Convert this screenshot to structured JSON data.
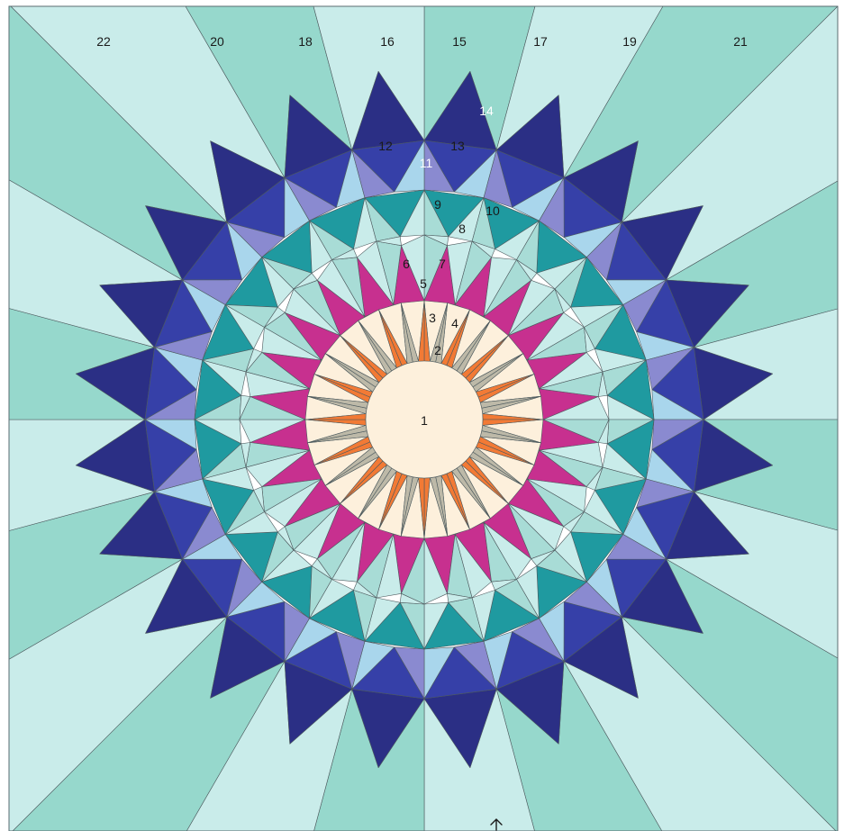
{
  "colors": {
    "background": "#ffffff",
    "frame": "#5a6b70",
    "outline": "#4d5a5e",
    "mint": "#96d8cc",
    "pale_aqua": "#c9ecea",
    "teal": "#1f9aa0",
    "light_teal": "#a8dcd6",
    "navy": "#2b2f85",
    "royal_blue": "#3640a8",
    "periwinkle": "#8a8ad0",
    "sky_blue": "#a9d6ec",
    "magenta": "#c7308f",
    "orange": "#f27a35",
    "taupe": "#bdb9a8",
    "cream": "#fdf0dc",
    "label_dark": "#1a1a1a",
    "label_light": "#ffffff"
  },
  "center_label": "1",
  "piece_labels": [
    {
      "text": "2",
      "tone": "dark"
    },
    {
      "text": "3",
      "tone": "dark"
    },
    {
      "text": "4",
      "tone": "dark"
    },
    {
      "text": "5",
      "tone": "dark"
    },
    {
      "text": "6",
      "tone": "dark"
    },
    {
      "text": "7",
      "tone": "dark"
    },
    {
      "text": "8",
      "tone": "dark"
    },
    {
      "text": "9",
      "tone": "dark"
    },
    {
      "text": "10",
      "tone": "dark"
    },
    {
      "text": "11",
      "tone": "light"
    },
    {
      "text": "12",
      "tone": "dark"
    },
    {
      "text": "13",
      "tone": "dark"
    },
    {
      "text": "14",
      "tone": "light"
    }
  ],
  "border_labels": [
    "22",
    "20",
    "18",
    "16",
    "15",
    "17",
    "19",
    "21"
  ],
  "cursor_icon": "arrow-cursor-icon"
}
